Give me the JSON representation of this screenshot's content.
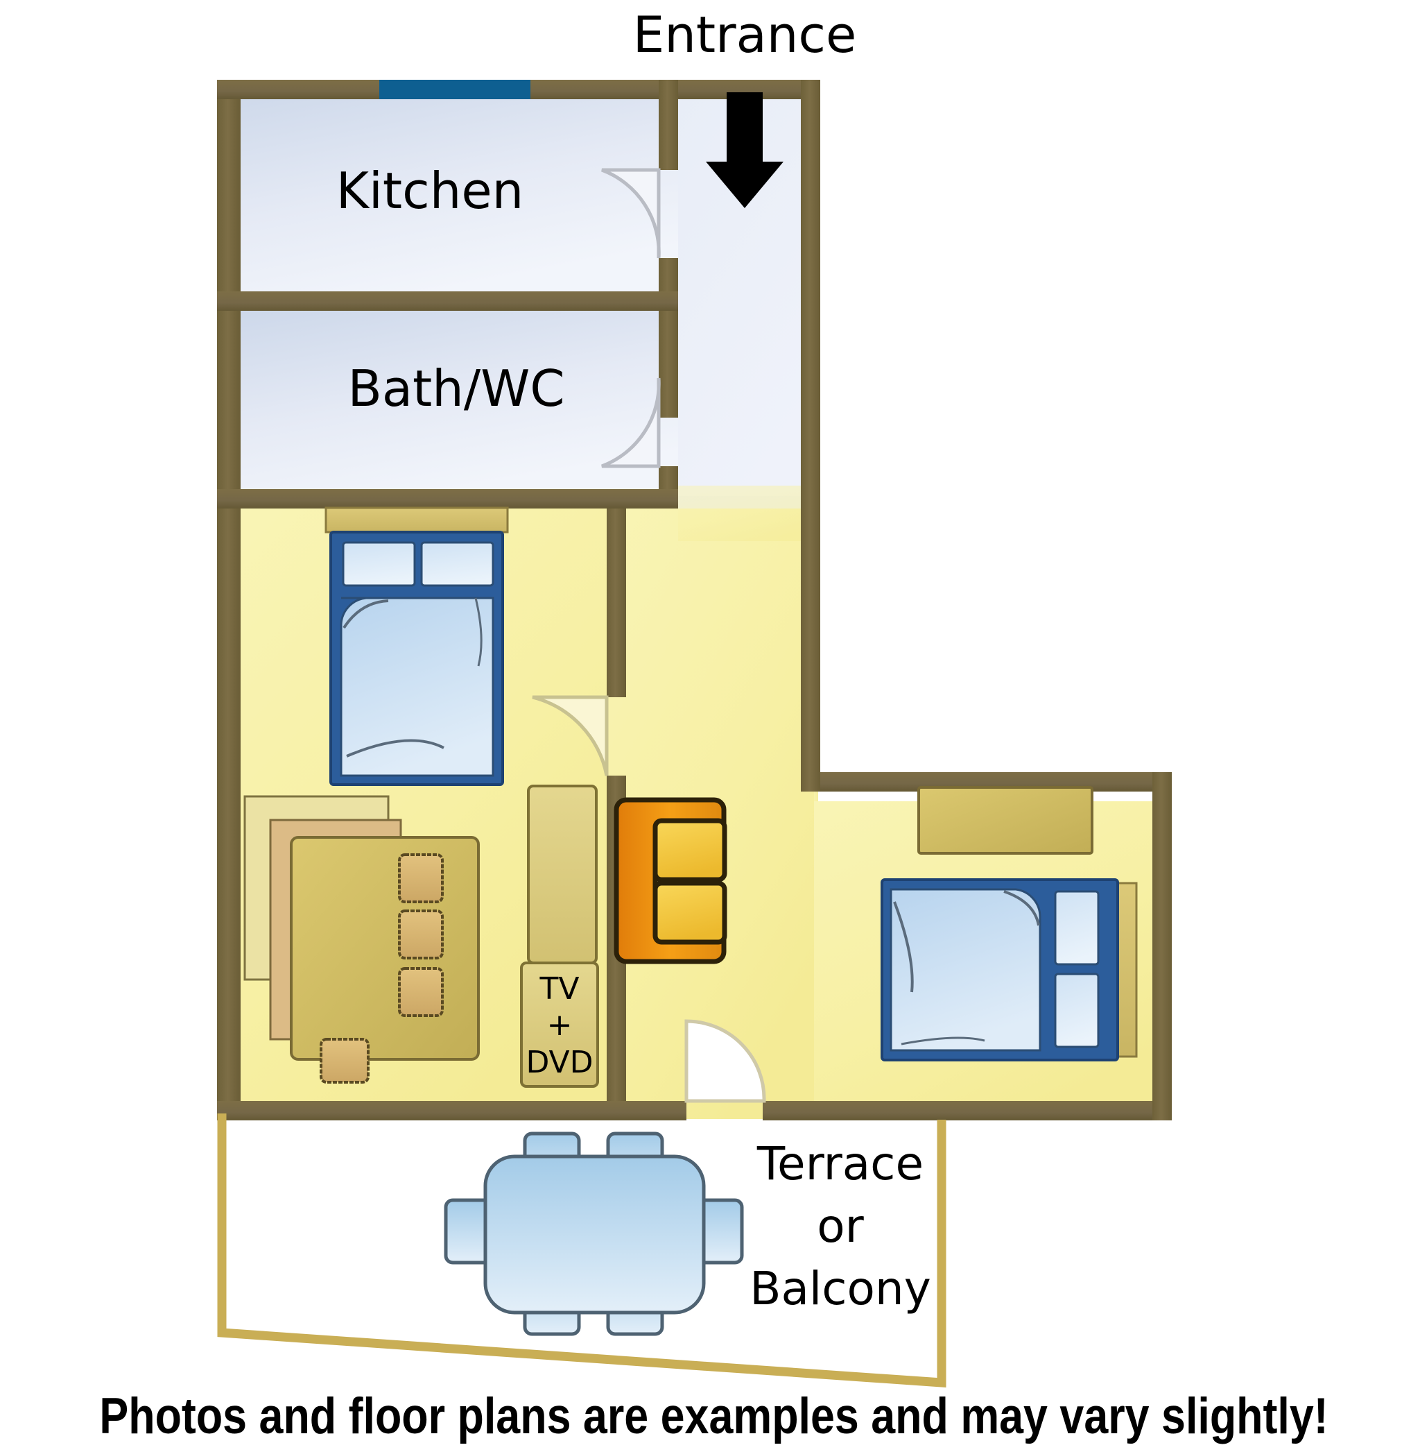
{
  "title": "Apartment floor plan",
  "labels": {
    "entrance": "Entrance",
    "kitchen": "Kitchen",
    "bath_wc": "Bath/WC",
    "tv_dvd_line1": "TV",
    "tv_dvd_line2": "+",
    "tv_dvd_line3": "DVD",
    "terrace_line1": "Terrace",
    "terrace_line2": "or",
    "terrace_line3": "Balcony"
  },
  "caption": "Photos and floor plans are examples and may vary slightly!",
  "rooms": [
    {
      "name": "Kitchen",
      "label": "Kitchen",
      "fill": "#dfe6f2"
    },
    {
      "name": "Bath/WC",
      "label": "Bath/WC",
      "fill": "#dfe6f2"
    },
    {
      "name": "Hallway",
      "label": "",
      "fill": "#e4eaf4"
    },
    {
      "name": "Bedroom 1",
      "label": "",
      "fill": "#f7f0a8"
    },
    {
      "name": "Living/Dining",
      "label": "",
      "fill": "#f7f0a8"
    },
    {
      "name": "Bedroom 2",
      "label": "",
      "fill": "#f7f0a8"
    },
    {
      "name": "Terrace or Balcony",
      "label": "Terrace or Balcony",
      "fill": "#ffffff"
    }
  ],
  "furniture": [
    {
      "name": "double-bed-1",
      "room": "Bedroom 1"
    },
    {
      "name": "double-bed-2",
      "room": "Bedroom 2"
    },
    {
      "name": "wardrobe",
      "room": "Bedroom 2"
    },
    {
      "name": "dining-table",
      "room": "Living/Dining"
    },
    {
      "name": "dining-chairs",
      "room": "Living/Dining",
      "count": 4
    },
    {
      "name": "bench-sofa",
      "room": "Living/Dining"
    },
    {
      "name": "tv-dvd-cabinet",
      "room": "Living/Dining"
    },
    {
      "name": "tall-cabinet",
      "room": "Living/Dining"
    },
    {
      "name": "armchair-sofa",
      "room": "Living/Dining"
    },
    {
      "name": "terrace-table",
      "room": "Terrace or Balcony"
    },
    {
      "name": "terrace-chairs",
      "room": "Terrace or Balcony",
      "count": 6
    }
  ],
  "colors": {
    "wall": "#7a6b43",
    "wall_dark": "#6d5f3b",
    "room_yellow": "#f8f2aa",
    "room_blue": "#e2e8f4",
    "window_blue": "#0e5f91",
    "bed_frame": "#2c5d9b",
    "bed_sheet": "#c5ddf1",
    "furniture_tan": "#d7c472",
    "sofa_orange": "#e98a12",
    "sofa_cushion": "#f6c944",
    "terrace_line": "#c9b05c",
    "arrow": "#000000",
    "text": "#000000"
  },
  "icons": {
    "entrance_arrow": "down-arrow-icon",
    "door_swing": "door-arc-icon",
    "window": "window-icon"
  }
}
